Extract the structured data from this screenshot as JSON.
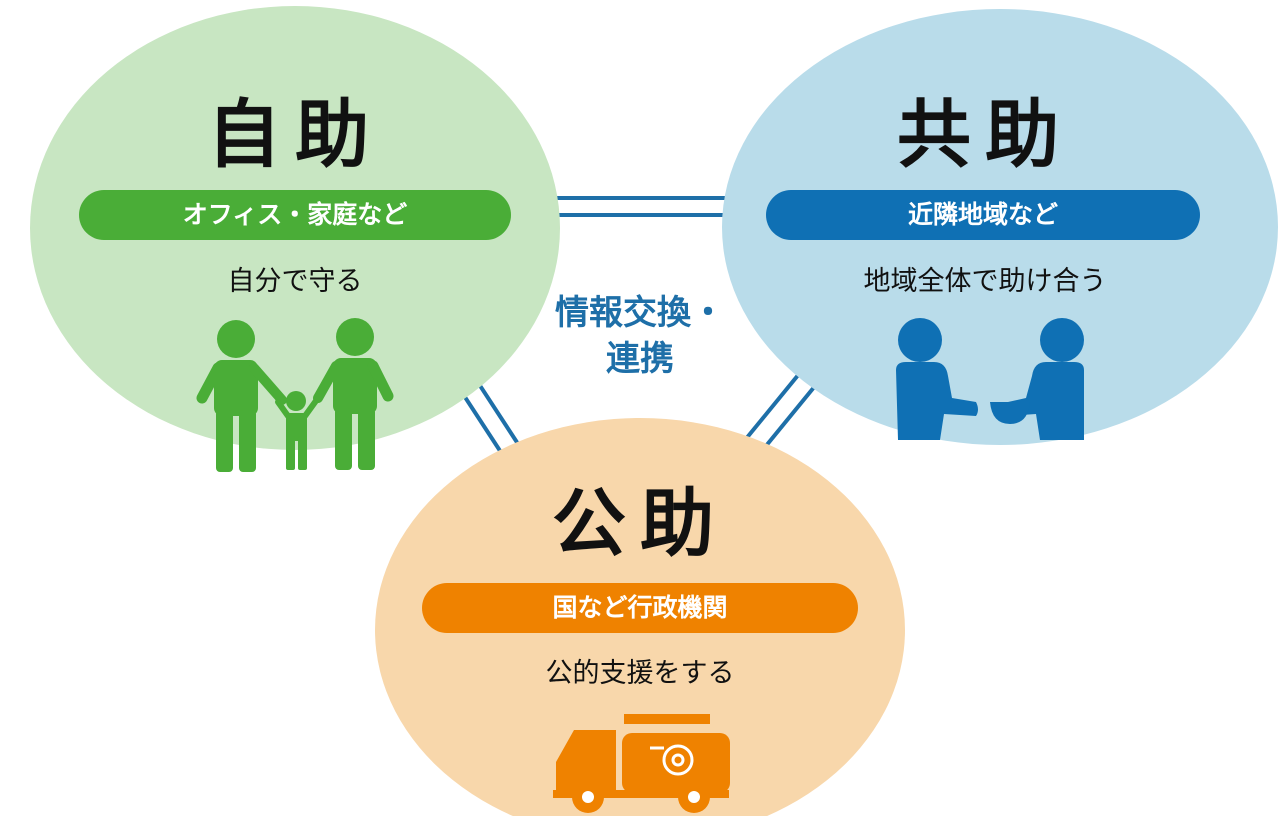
{
  "jijo": {
    "title": "自助",
    "tag": "オフィス・家庭など",
    "desc": "自分で守る",
    "icon": "family-icon",
    "fill_color": "#c8e6c2",
    "accent_color": "#4aad37"
  },
  "kyojo": {
    "title": "共助",
    "tag": "近隣地域など",
    "desc": "地域全体で助け合う",
    "icon": "neighbors-sharing-icon",
    "fill_color": "#b9dcea",
    "accent_color": "#0f70b4"
  },
  "kojo": {
    "title": "公助",
    "tag": "国など行政機関",
    "desc": "公的支援をする",
    "icon": "fire-truck-icon",
    "fill_color": "#f8d7ab",
    "accent_color": "#ef8200"
  },
  "center": {
    "line1": "情報交換・",
    "line2": "連携"
  },
  "connector_color": "#1e6fa8"
}
